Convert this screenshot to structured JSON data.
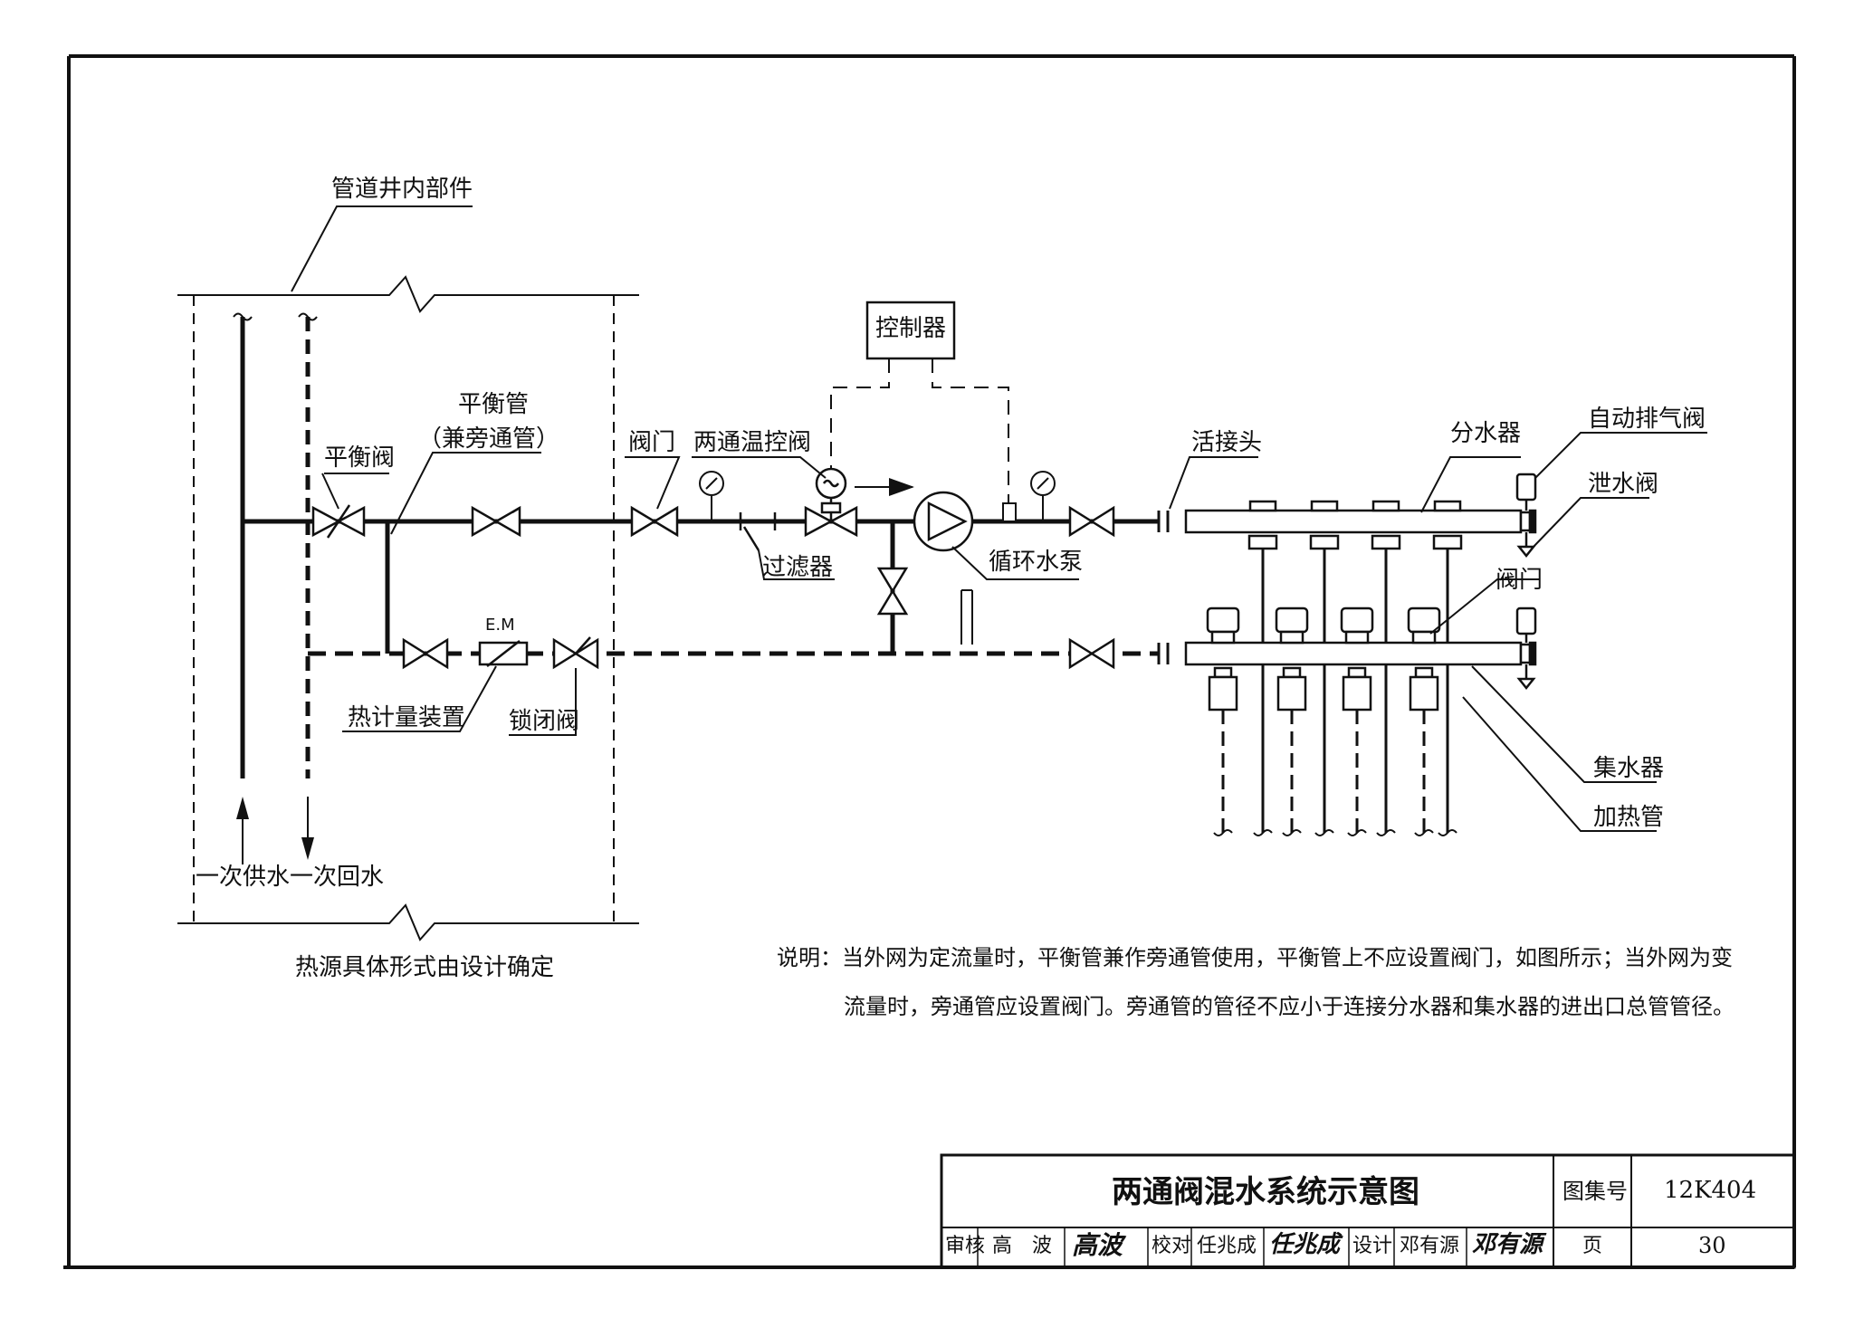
{
  "labels": {
    "shaft_parts": "管道井内部件",
    "balance_valve": "平衡阀",
    "balance_pipe": "平衡管",
    "bypass_note": "（兼旁通管）",
    "valve": "阀门",
    "two_way_valve": "两通温控阀",
    "controller": "控制器",
    "union_joint": "活接头",
    "distributor": "分水器",
    "auto_vent_valve": "自动排气阀",
    "drain_valve": "泄水阀",
    "manifold_valve": "阀门",
    "filter": "过滤器",
    "circulation_pump": "循环水泵",
    "em": "E.M",
    "heat_meter": "热计量装置",
    "lock_valve": "锁闭阀",
    "collector": "集水器",
    "heating_pipe": "加热管",
    "primary_supply": "一次供水",
    "primary_return": "一次回水",
    "heat_source": "热源具体形式由设计确定"
  },
  "note": {
    "line1": "说明：当外网为定流量时，平衡管兼作旁通管使用，平衡管上不应设置阀门，如图所示；当外网为变",
    "line2": "流量时，旁通管应设置阀门。旁通管的管径不应小于连接分水器和集水器的进出口总管管径。"
  },
  "title_block": {
    "title": "两通阀混水系统示意图",
    "atlas_label": "图集号",
    "atlas_no": "12K404",
    "review_label": "审核",
    "reviewer": "高　波",
    "reviewer_sig": "高波",
    "check_label": "校对",
    "checker": "任兆成",
    "checker_sig": "任兆成",
    "design_label": "设计",
    "designer": "邓有源",
    "designer_sig": "邓有源",
    "page_label": "页",
    "page_no": "30"
  }
}
